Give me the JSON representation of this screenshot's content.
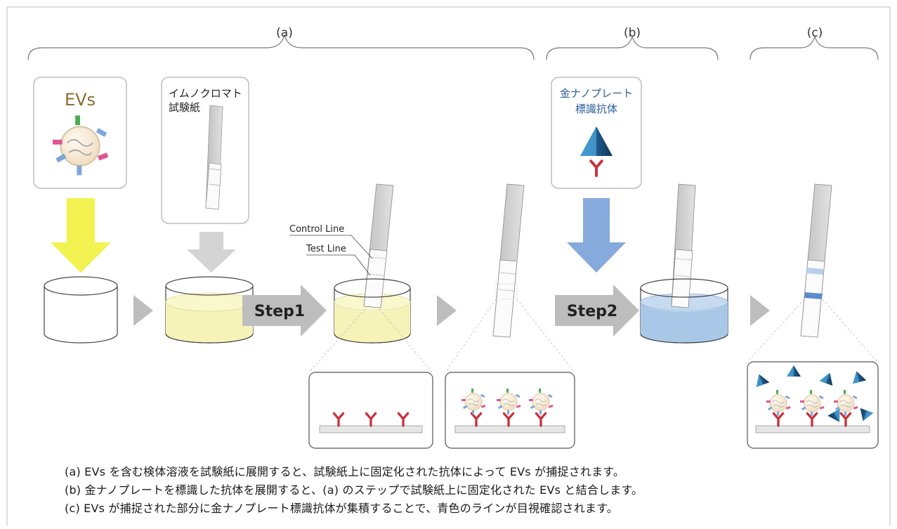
{
  "sections": {
    "a_label": "(a)",
    "b_label": "(b)",
    "c_label": "(c)"
  },
  "boxes": {
    "evs_label": "EVs",
    "strip_label_line1": "イムノクロマト",
    "strip_label_line2": "試験紙",
    "gold_label_line1": "金ナノプレート",
    "gold_label_line2": "標識抗体"
  },
  "steps": {
    "step1": "Step1",
    "step2": "Step2"
  },
  "annotations": {
    "control_line": "Control Line",
    "test_line": "Test Line"
  },
  "captions": [
    "(a) EVs を含む検体溶液を試験紙に展開すると、試験紙上に固定化された抗体によって EVs が捕捉されます。",
    "(b) 金ナノプレートを標識した抗体を展開すると、(a) のステップで試験紙上に固定化された EVs と結合します。",
    "(c) EVs が捕捉された部分に金ナノプレート標識抗体が集積することで、青色のラインが目視確認されます。"
  ],
  "colors": {
    "yellow_arrow": "#f2f250",
    "gray_arrow": "#d4d4d4",
    "blue_arrow": "#86aadb",
    "yellow_liquid": "#f5f3b8",
    "blue_liquid": "#a9c8e8",
    "antibody_red": "#c8323c",
    "gold_blue": "#1f5a8c",
    "test_line_blue": "#5b8ec9"
  }
}
